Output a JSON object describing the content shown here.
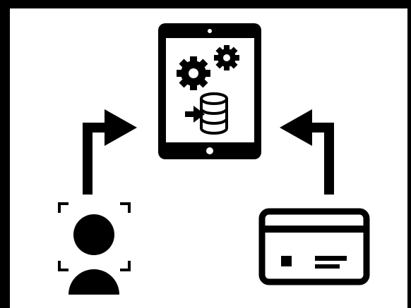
{
  "colors": {
    "frame": "#000000",
    "panel": "#ffffff",
    "ink": "#000000",
    "screen": "#ffffff"
  },
  "nodes": {
    "tablet": {
      "icon": "tablet-icon"
    },
    "gears": {
      "icon": "gears-icon"
    },
    "database": {
      "icon": "database-import-icon"
    },
    "user": {
      "icon": "face-scan-user-icon"
    },
    "card": {
      "icon": "id-card-icon"
    }
  },
  "edges": [
    {
      "from": "user",
      "to": "tablet",
      "icon": "arrow-left-to-tablet-icon"
    },
    {
      "from": "card",
      "to": "tablet",
      "icon": "arrow-right-to-tablet-icon"
    }
  ]
}
